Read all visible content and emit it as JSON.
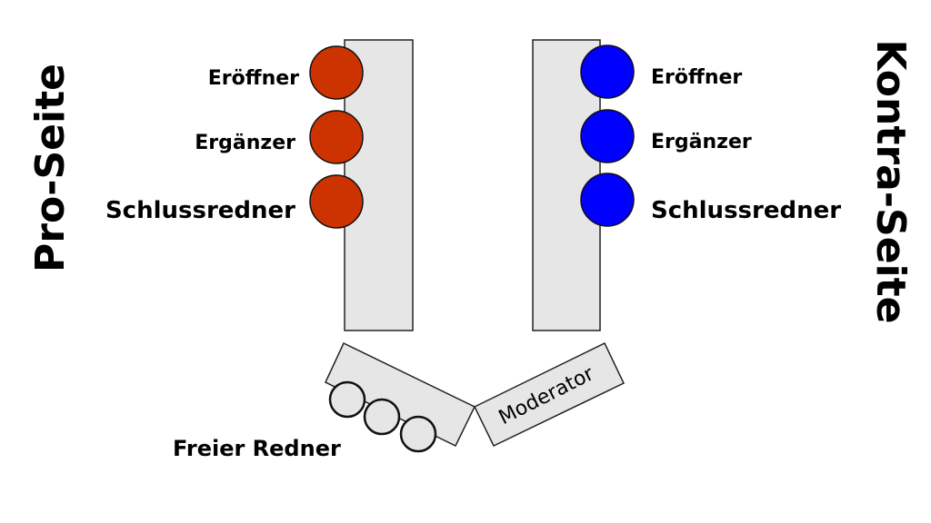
{
  "pro_side": {
    "title": "Pro-Seite",
    "color": "#a33b00",
    "circle_color": "#cc3300",
    "roles": [
      "Eröffner",
      "Ergänzer",
      "Schlussredner"
    ]
  },
  "contra_side": {
    "title": "Kontra-Seite",
    "color": "#0000ee",
    "circle_color": "#0000ff",
    "roles": [
      "Eröffner",
      "Ergänzer",
      "Schlussredner"
    ]
  },
  "free_speakers": {
    "label": "Freier Redner",
    "count": 3
  },
  "moderator": {
    "label": "Moderator"
  },
  "colors": {
    "table_fill": "#e6e6e6",
    "stroke": "#222222"
  }
}
